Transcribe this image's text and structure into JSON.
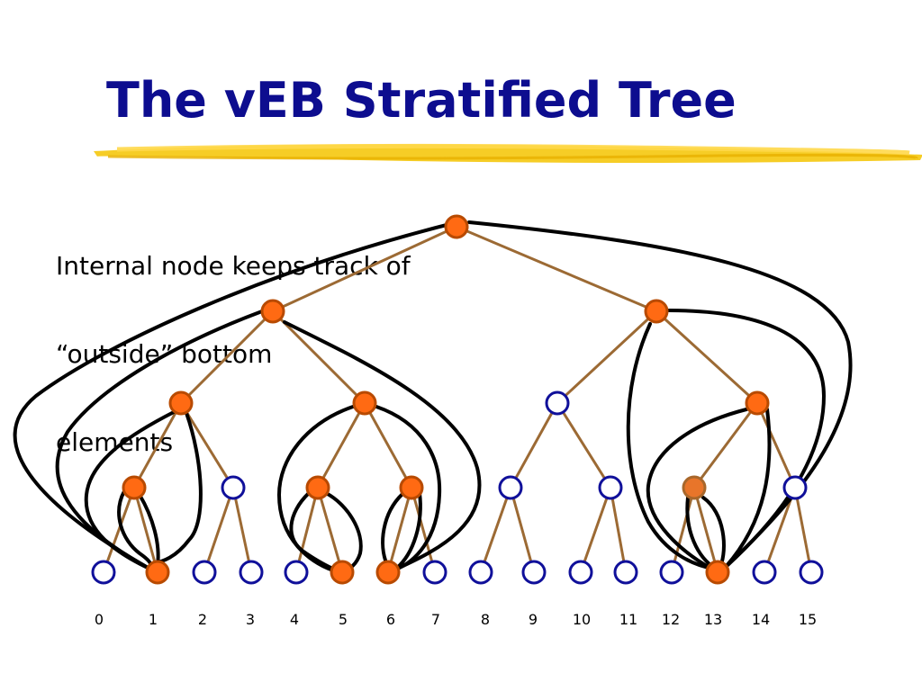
{
  "slide": {
    "title": "The vEB Stratified Tree",
    "caption_lines": [
      "Internal node keeps track of",
      "“outside” bottom",
      "elements"
    ]
  },
  "colors": {
    "title": "#0d0d8f",
    "highlight": "#f5c400",
    "active_fill": "#ff6a13",
    "active_stroke": "#b84a00",
    "inactive_stroke": "#10109a",
    "edge": "#9c6a34",
    "pointer": "#000000"
  },
  "tree": {
    "leaf_labels": [
      "0",
      "1",
      "2",
      "3",
      "4",
      "5",
      "6",
      "7",
      "8",
      "9",
      "10",
      "11",
      "12",
      "13",
      "14",
      "15"
    ],
    "active_nodes": [
      "root",
      "L",
      "R",
      "LL",
      "LR",
      "RR",
      "LLL",
      "LRL",
      "LRR",
      "RRL",
      "leaf1",
      "leaf5",
      "leaf6",
      "leaf13"
    ],
    "inactive_nodes": [
      "RL",
      "LLR",
      "RLL",
      "RLR",
      "RRR",
      "leaf0",
      "leaf2",
      "leaf3",
      "leaf4",
      "leaf7",
      "leaf8",
      "leaf9",
      "leaf10",
      "leaf11",
      "leaf12",
      "leaf14",
      "leaf15"
    ]
  }
}
